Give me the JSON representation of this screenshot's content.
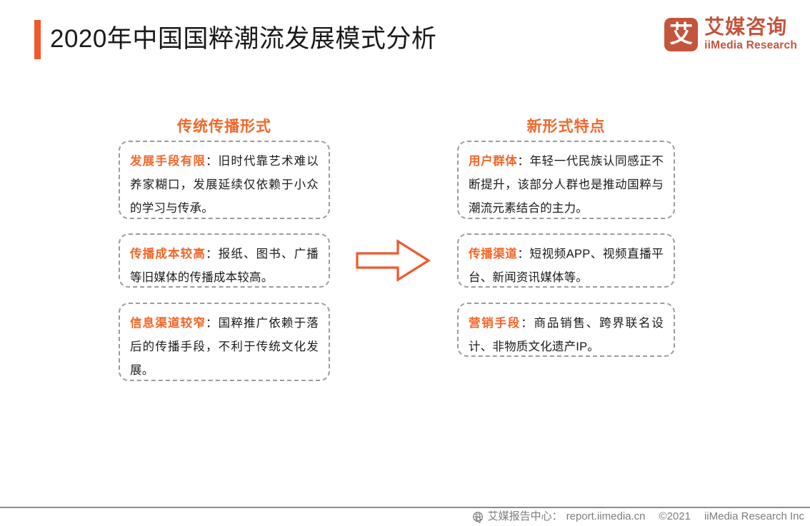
{
  "header": {
    "title": "2020年中国国粹潮流发展模式分析",
    "accent_color": "#F1582B"
  },
  "logo": {
    "mark_glyph": "艾",
    "mark_name": "iimedia-logo-mark",
    "name_cn": "艾媒咨询",
    "name_en": "iiMedia Research",
    "color": "#C5543C"
  },
  "columns": {
    "left": {
      "heading": "传统传播形式",
      "cards": [
        {
          "label": "发展手段有限",
          "separator": "：",
          "body": "旧时代靠艺术难以养家糊口，发展延续仅依赖于小众的学习与传承。"
        },
        {
          "label": "传播成本较高",
          "separator": "：",
          "body": "报纸、图书、广播等旧媒体的传播成本较高。"
        },
        {
          "label": "信息渠道较窄",
          "separator": "：",
          "body": "国粹推广依赖于落后的传播手段，不利于传统文化发展。"
        }
      ]
    },
    "right": {
      "heading": "新形式特点",
      "cards": [
        {
          "label": "用户群体",
          "separator": "：",
          "body": "年轻一代民族认同感正不断提升，该部分人群也是推动国粹与潮流元素结合的主力。"
        },
        {
          "label": "传播渠道",
          "separator": "：",
          "body": "短视频APP、视频直播平台、新闻资讯媒体等。"
        },
        {
          "label": "营销手段",
          "separator": "：",
          "body": "商品销售、跨界联名设计、非物质文化遗产IP。"
        }
      ]
    }
  },
  "arrow": {
    "direction": "right",
    "color": "#F1582B"
  },
  "footer": {
    "icon_name": "globe-cursor-icon",
    "source_label": "艾媒报告中心：",
    "url": "report.iimedia.cn",
    "copyright": "©2021",
    "company": "iiMedia Research  Inc",
    "color": "#7d7d7d"
  },
  "theme": {
    "orange": "#F2672A",
    "accent": "#F1582B",
    "brand_red": "#C5543C",
    "dashed_border": "#9c9c9c",
    "text": "#1a1a1a"
  }
}
